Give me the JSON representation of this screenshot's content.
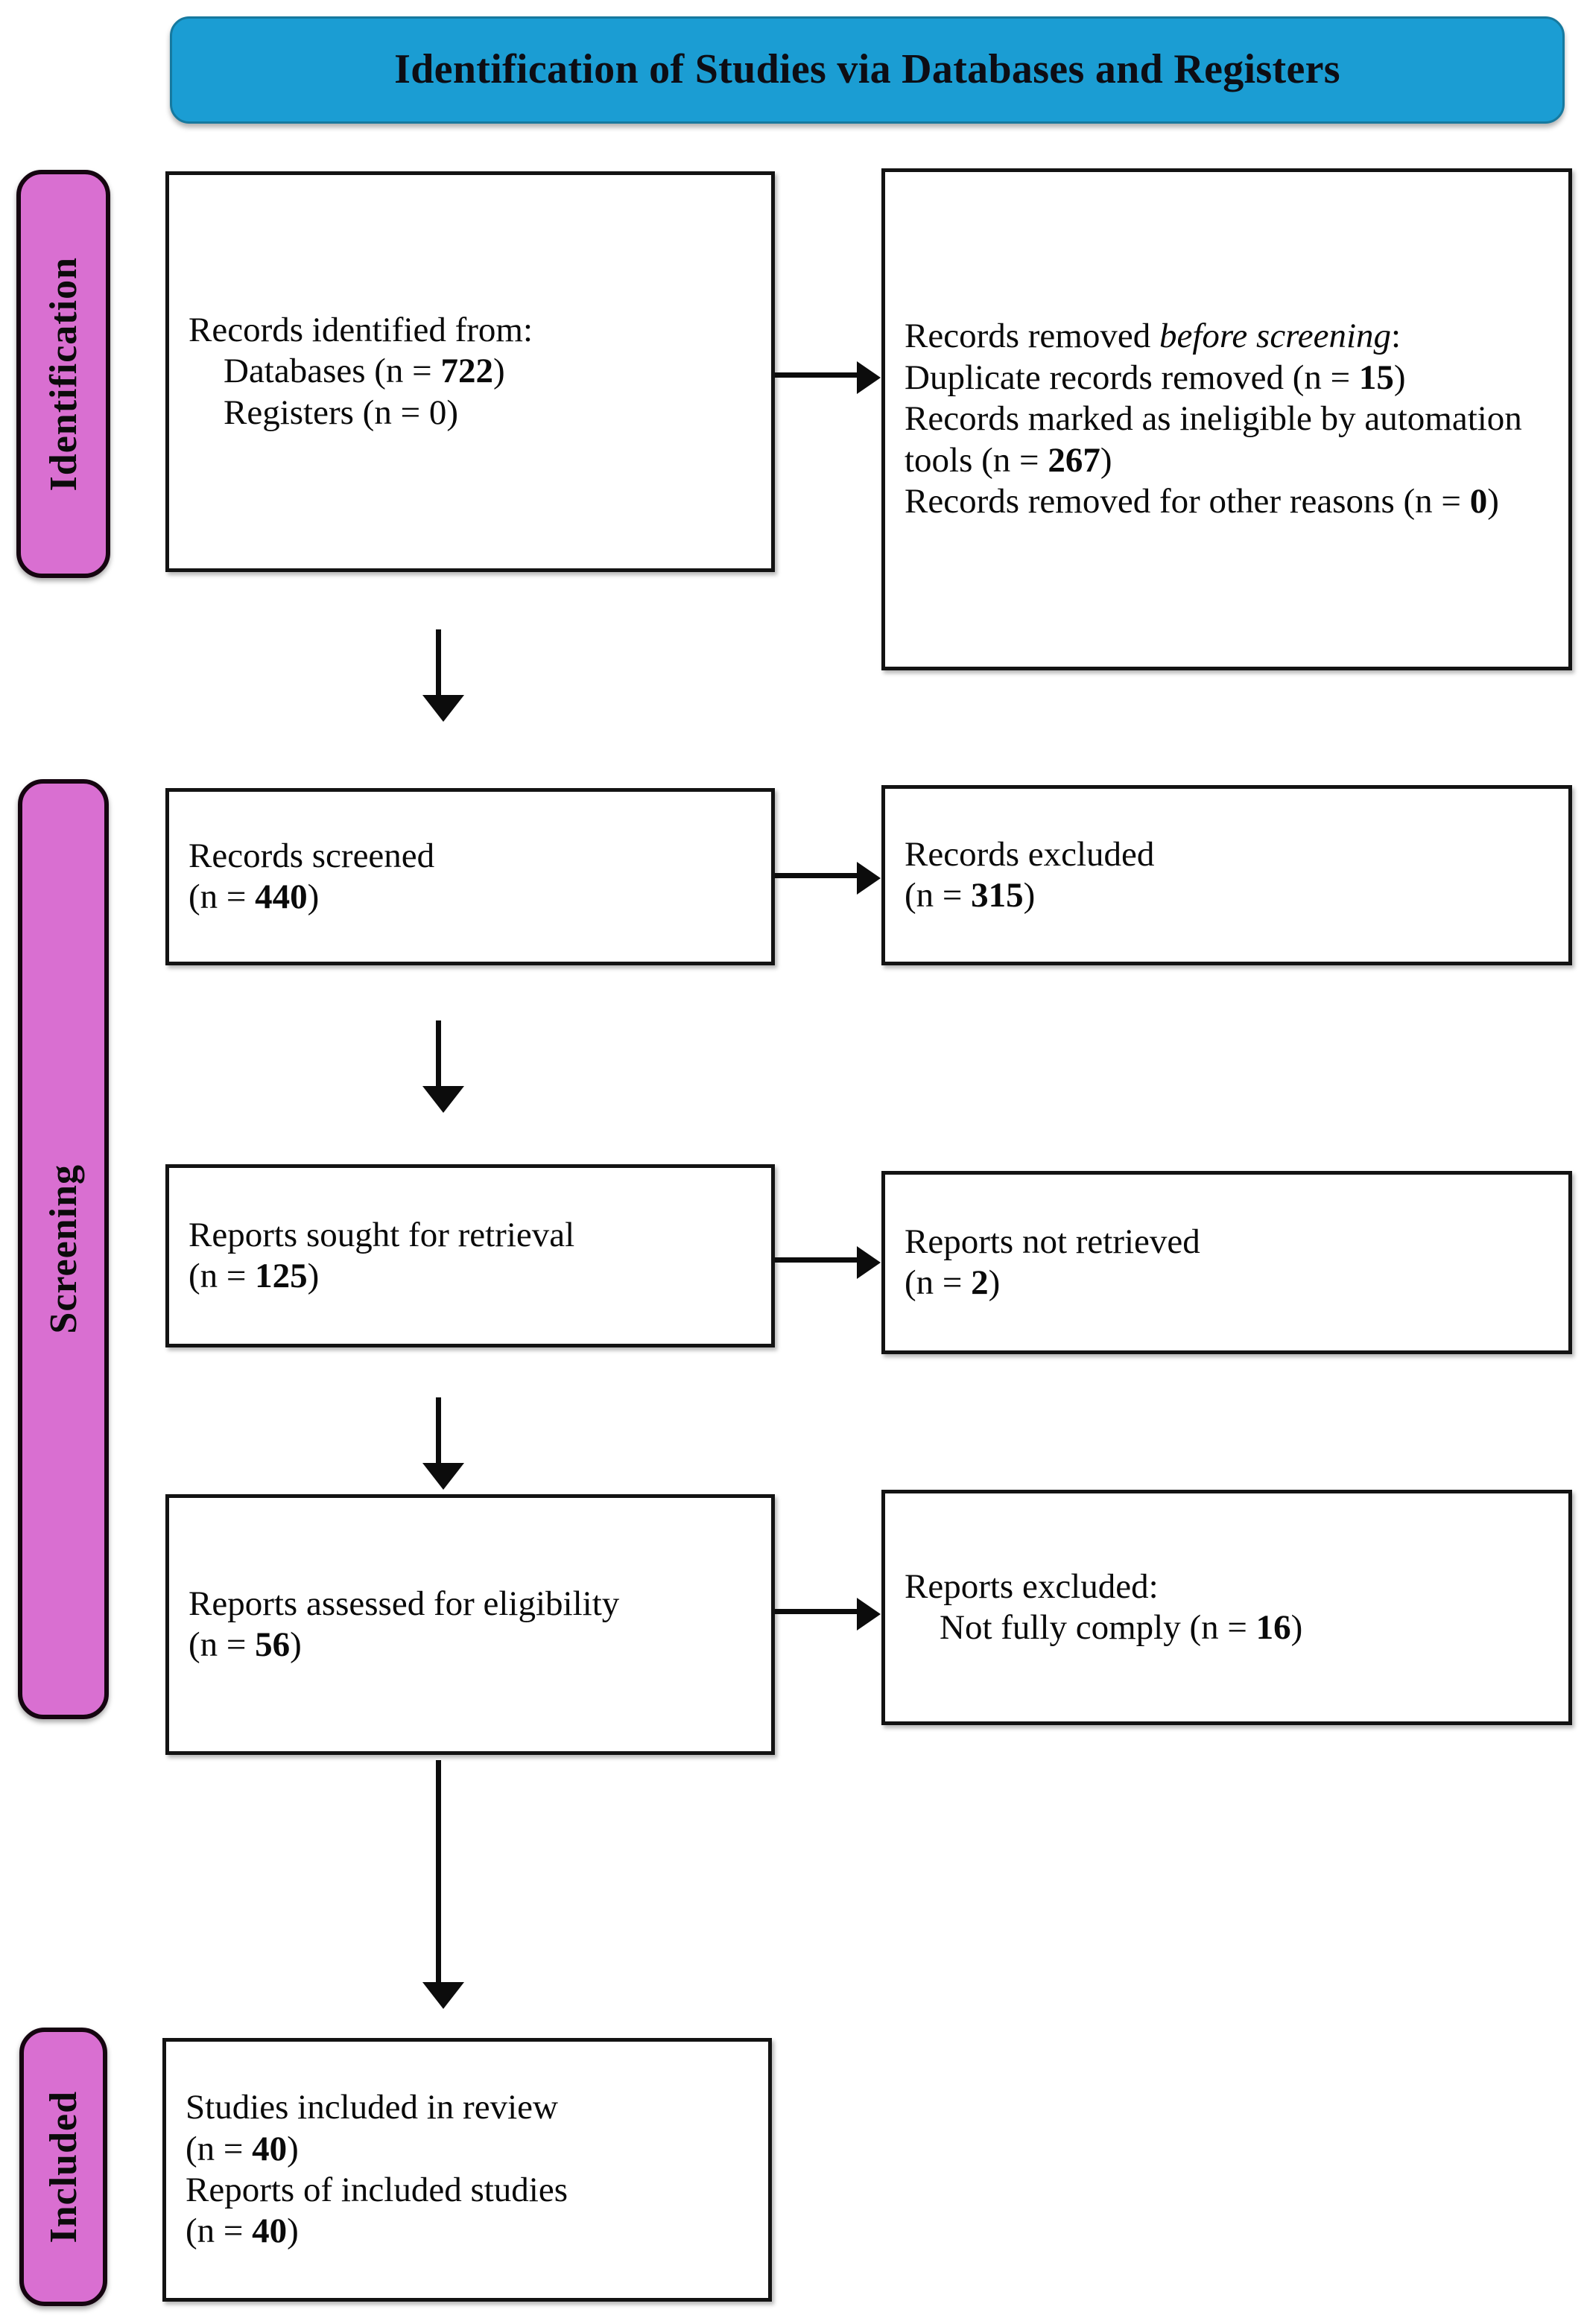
{
  "header": {
    "title": "Identification of Studies via Databases and Registers",
    "banner_color": "#1b9dd3"
  },
  "stages": [
    {
      "key": "identification",
      "label": "Identification",
      "color": "#d96fd1"
    },
    {
      "key": "screening",
      "label": "Screening",
      "color": "#d96fd1"
    },
    {
      "key": "included",
      "label": "Included",
      "color": "#d96fd1"
    }
  ],
  "boxes": {
    "identified": {
      "line1": "Records identified from:",
      "line2_label": "    Databases (n = ",
      "line2_value": "722",
      "line2_tail": ")",
      "line3_label": "    Registers (n = ",
      "line3_value": "0",
      "line3_tail": ")"
    },
    "removed": {
      "line1_plain": "Records removed ",
      "line1_italic": "before",
      "line2_italic": "screening",
      "line2_tail": ":",
      "line3_label": "Duplicate records removed (n = ",
      "line3_value": "15",
      "line3_tail": ")",
      "line4_label": "Records marked as ineligible by automation tools (n = ",
      "line4_value": "267",
      "line4_tail": ")",
      "line5_label": "Records removed for other reasons (n = ",
      "line5_value": "0",
      "line5_tail": ")"
    },
    "screened": {
      "line1": "Records screened",
      "line2_label": "(n = ",
      "line2_value": "440",
      "line2_tail": ")"
    },
    "excluded": {
      "line1": "Records excluded",
      "line2_label": "(n = ",
      "line2_value": "315",
      "line2_tail": ")"
    },
    "sought": {
      "line1": "Reports sought for retrieval",
      "line2_label": "(n = ",
      "line2_value": "125",
      "line2_tail": ")"
    },
    "not_retrieved": {
      "line1": "Reports not retrieved",
      "line2_label": "(n = ",
      "line2_value": "2",
      "line2_tail": ")"
    },
    "assessed": {
      "line1": "Reports assessed for eligibility",
      "line2_label": "(n = ",
      "line2_value": "56",
      "line2_tail": ")"
    },
    "reports_excluded": {
      "line1": "Reports excluded:",
      "line2_label": "    Not fully comply (n = ",
      "line2_value": "16",
      "line2_tail": ")"
    },
    "included": {
      "line1": "Studies included in review",
      "line2_label": "(n = ",
      "line2_value": "40",
      "line2_tail": ")",
      "line3": "Reports of included studies",
      "line4_label": "(n = ",
      "line4_value": "40",
      "line4_tail": ")"
    }
  },
  "connectors": [
    {
      "name": "identified-to-removed",
      "direction": "right"
    },
    {
      "name": "screened-to-excluded",
      "direction": "right"
    },
    {
      "name": "sought-to-notretrieved",
      "direction": "right"
    },
    {
      "name": "assessed-to-repexcluded",
      "direction": "right"
    },
    {
      "name": "identified-to-screened",
      "direction": "down"
    },
    {
      "name": "screened-to-sought",
      "direction": "down"
    },
    {
      "name": "sought-to-assessed",
      "direction": "down"
    },
    {
      "name": "assessed-to-included",
      "direction": "down"
    }
  ]
}
